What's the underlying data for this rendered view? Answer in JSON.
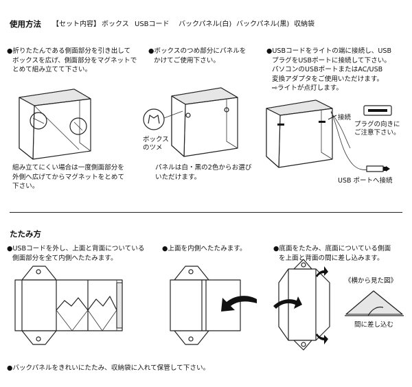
{
  "usage": {
    "title": "使用方法",
    "tabs": [
      "【セット内容】",
      "ボックス",
      "USBコード",
      "バックパネル(白)",
      "バックパネル(黒)",
      "収納袋"
    ],
    "step1": {
      "lines": [
        "●折りたたんである側面部分を引き出して",
        "ボックスを広げ、側面部分をマグネットで",
        "とめて組み立てて下さい。"
      ],
      "note": [
        "組み立てにくい場合は一度側面部分を",
        "外側へ広げてからマグネットをとめて",
        "下さい。"
      ]
    },
    "step2": {
      "lines": [
        "●ボックスのつめ部分にパネルを",
        "かけてご使用下さい。"
      ],
      "claw_label": [
        "ボックス",
        "のツメ"
      ],
      "note": [
        "パネルは白・黒の2色からお選び",
        "いただけます。"
      ]
    },
    "step3": {
      "lines": [
        "●USBコードをライトの端に接続し、USB",
        "プラグをUSBポートに接続して下さい。",
        "パソコンのUSBポートまたはAC/USB",
        "変換アダプタをご使用いただけます。",
        "⇨ライトが点灯します。"
      ],
      "connect_label": "接続",
      "plug_note": [
        "プラグの向きに",
        "ご注意下さい。"
      ],
      "usb_port_label": "USB ポートへ接続"
    }
  },
  "folding": {
    "title": "たたみ方",
    "step1": [
      "●USBコードを外し、上面と背面についている",
      "側面部分を全て内側へたたみます。"
    ],
    "step2": [
      "●上面を内側へたたみます。"
    ],
    "step3": [
      "●底面をたたみ、底面についている側面",
      "を上面と背面の間に差し込みます。"
    ],
    "side_view_label": "《横から見た図》",
    "insert_label": "間に差し込む",
    "final": "●バックパネルをきれいにたたみ、収納袋に入れて保管して下さい。"
  },
  "icons": [
    "box-diagram-icon",
    "claw-icon",
    "usb-plug-icon",
    "fold-arrow-icon"
  ]
}
